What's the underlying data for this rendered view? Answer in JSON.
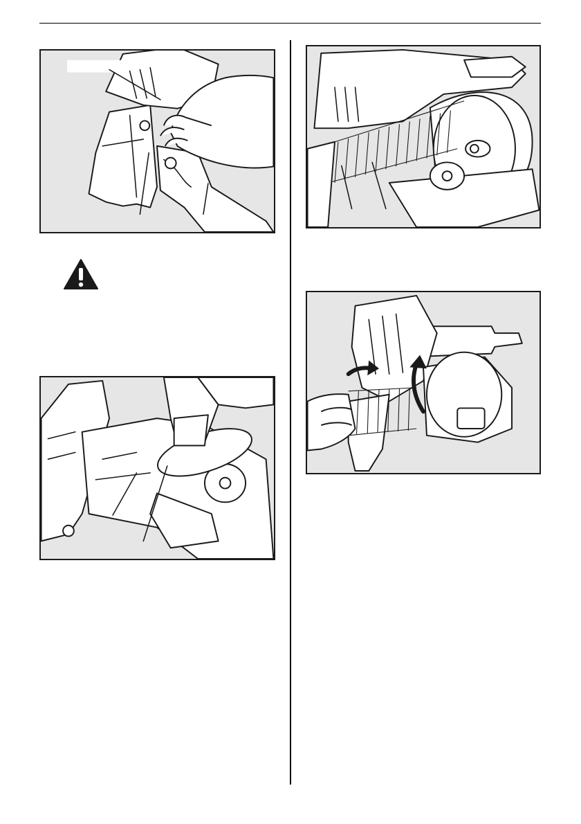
{
  "page": {
    "figures": [
      {
        "id": "fig-top-left",
        "description_icons": [
          "nailer-icon",
          "hand-icon"
        ]
      },
      {
        "id": "fig-top-right",
        "description_icons": [
          "nailer-icon",
          "coil-nails-icon"
        ]
      },
      {
        "id": "fig-bottom-left",
        "description_icons": [
          "nailer-icon",
          "hand-icon"
        ]
      },
      {
        "id": "fig-bottom-right",
        "description_icons": [
          "nailer-icon",
          "hand-icon",
          "arrow-icon"
        ]
      }
    ],
    "warning_icon": "warning-triangle-icon",
    "colors": {
      "ink": "#1a1a1a",
      "figure_bg": "#e6e6e6"
    }
  }
}
